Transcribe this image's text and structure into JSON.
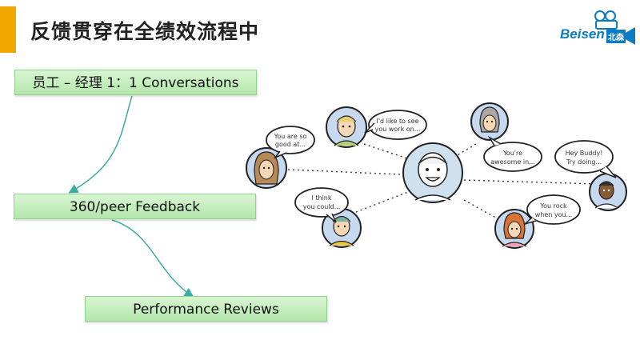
{
  "header": {
    "title": "反馈贯穿在全绩效流程中",
    "logo_text": "Beisen",
    "logo_cn": "北森"
  },
  "flow": {
    "step1": "员工 – 经理 1：1 Conversations",
    "step2": "360/peer  Feedback",
    "step3": "Performance Reviews"
  },
  "colors": {
    "accent": "#f0a800",
    "box_fill": "#c6eebe",
    "arrow": "#3aaca4",
    "logo": "#0b7bc4"
  },
  "illustration": {
    "bubbles": [
      {
        "lines": [
          "You are so",
          "good at..."
        ]
      },
      {
        "lines": [
          "I'd like to see",
          "you work on..."
        ]
      },
      {
        "lines": [
          "You're",
          "awesome in..."
        ]
      },
      {
        "lines": [
          "Hey Buddy!",
          "Try doing..."
        ]
      },
      {
        "lines": [
          "I think",
          "you could..."
        ]
      },
      {
        "lines": [
          "You rock",
          "when you..."
        ]
      }
    ]
  }
}
